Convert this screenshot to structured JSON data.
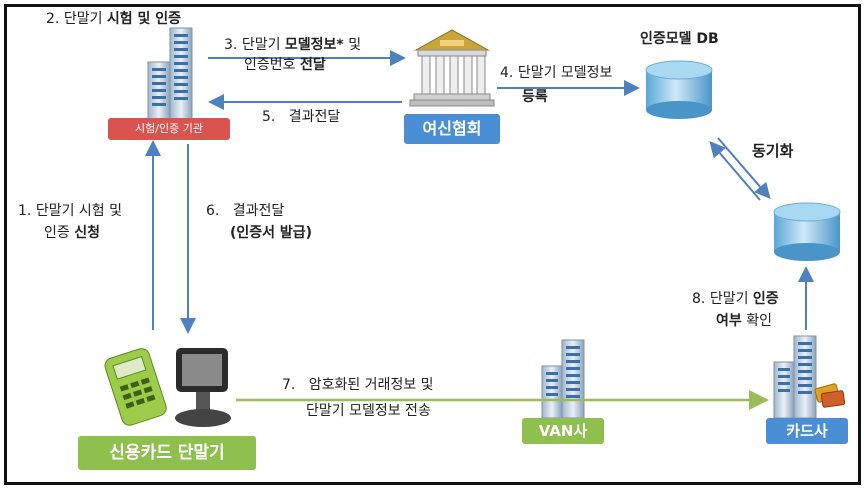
{
  "nodes": {
    "test_org": "시험/인증 기관",
    "cardnet": "여신협회",
    "db_title": "인증모델 DB",
    "terminal": "신용카드 단말기",
    "van": "VAN사",
    "card_company": "카드사"
  },
  "steps": {
    "s2_num": "2.",
    "s2_a": "단말기",
    "s2_b": "시험 및 인증",
    "s3_num": "3.",
    "s3_a": "단말기",
    "s3_b": "모델정보*",
    "s3_c": "및",
    "s3_d": "인증번호",
    "s3_e": "전달",
    "s4_num": "4.",
    "s4_a": "단말기 모델정보",
    "s4_b": "등록",
    "s5": "5.   결과전달",
    "sync": "동기화",
    "s1_num": "1.",
    "s1_a": "단말기 시험 및",
    "s1_b": "인증",
    "s1_c": "신청",
    "s6_a": "6.   결과전달",
    "s6_b": "(인증서 발급)",
    "s8_num": "8.",
    "s8_a": "단말기",
    "s8_b": "인증",
    "s8_c": "여부",
    "s8_d": "확인",
    "s7_a": "7.   암호화된 거래정보 및",
    "s7_b": "단말기 모델정보 전송"
  },
  "colors": {
    "blue_arrow": "#4f81bd",
    "green_arrow": "#9bbb59",
    "red_box": "#d9534f",
    "blue_box": "#4a8fd4",
    "green_box": "#8fbf4f"
  }
}
